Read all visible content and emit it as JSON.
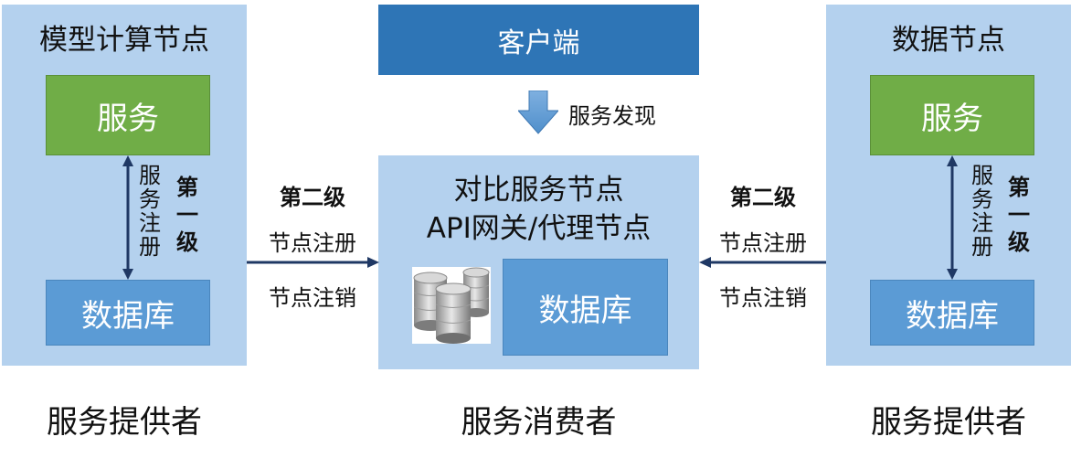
{
  "left_node": {
    "title": "模型计算节点",
    "service_label": "服务",
    "db_label": "数据库",
    "registration_label": "服务注册",
    "level_label": "第一级"
  },
  "right_node": {
    "title": "数据节点",
    "service_label": "服务",
    "db_label": "数据库",
    "registration_label": "服务注册",
    "level_label": "第一级"
  },
  "client": {
    "label": "客户端",
    "discovery_label": "服务发现"
  },
  "center_node": {
    "title_line1": "对比服务节点",
    "title_line2": "API网关/代理节点",
    "db_label": "数据库",
    "db_icon": "database-cylinders-icon"
  },
  "left_link": {
    "level": "第二级",
    "register": "节点注册",
    "deregister": "节点注销"
  },
  "right_link": {
    "level": "第二级",
    "register": "节点注册",
    "deregister": "节点注销"
  },
  "footers": {
    "left": "服务提供者",
    "center": "服务消费者",
    "right": "服务提供者"
  },
  "colors": {
    "panel": "#b4d1ee",
    "service_green": "#70ad47",
    "db_blue": "#5b9bd5",
    "client_blue": "#2e75b6",
    "arrow_navy": "#1f3864"
  }
}
